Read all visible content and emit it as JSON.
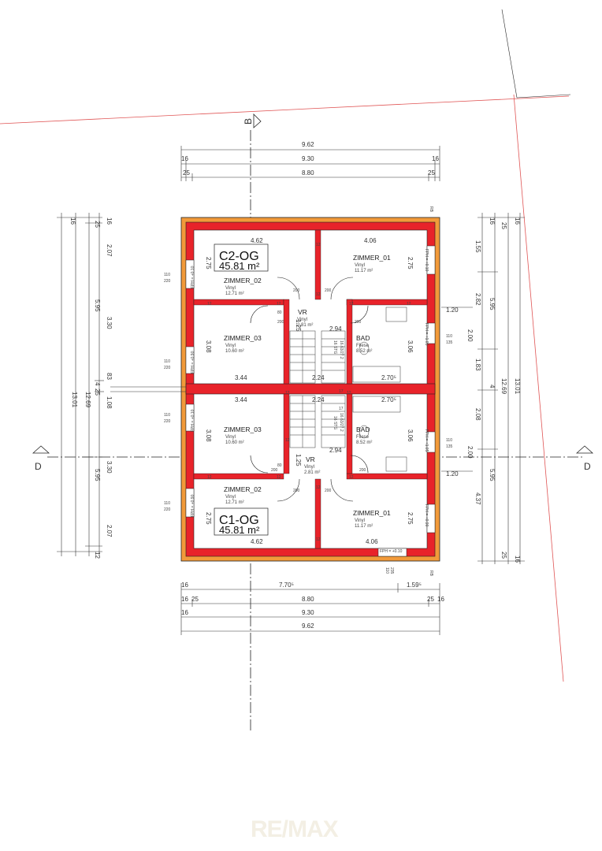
{
  "section_marks": {
    "top": "B",
    "left": "D",
    "right": "D"
  },
  "units": [
    {
      "name": "C2-OG",
      "area": "45.81 m²"
    },
    {
      "name": "C1-OG",
      "area": "45.81 m²"
    }
  ],
  "rooms": {
    "upper": [
      {
        "name": "ZIMMER_02",
        "floor": "Vinyl",
        "area": "12.71 m²"
      },
      {
        "name": "ZIMMER_01",
        "floor": "Vinyl",
        "area": "11.17 m²"
      },
      {
        "name": "VR",
        "floor": "Vinyl",
        "area": "2.81 m²"
      },
      {
        "name": "ZIMMER_03",
        "floor": "Vinyl",
        "area": "10.60 m²"
      },
      {
        "name": "BAD",
        "floor": "Fliese",
        "area": "8.52 m²"
      }
    ],
    "lower": [
      {
        "name": "ZIMMER_03",
        "floor": "Vinyl",
        "area": "10.60 m²"
      },
      {
        "name": "BAD",
        "floor": "Fliese",
        "area": "8.52 m²"
      },
      {
        "name": "VR",
        "floor": "Vinyl",
        "area": "2.81 m²"
      },
      {
        "name": "ZIMMER_02",
        "floor": "Vinyl",
        "area": "12.71 m²"
      },
      {
        "name": "ZIMMER_01",
        "floor": "Vinyl",
        "area": "11.17 m²"
      }
    ]
  },
  "dimensions": {
    "top": {
      "overall": "9.62",
      "inner": "9.30",
      "clear": "8.80",
      "ends": [
        "16",
        "16",
        "25",
        "25"
      ]
    },
    "bottom": {
      "d1": "7.70⁵",
      "d2": "1.59⁵",
      "clear": "8.80",
      "inner": "9.30",
      "overall": "9.62",
      "ends": [
        "16",
        "16",
        "16",
        "25",
        "25",
        "16"
      ]
    },
    "left": {
      "overall": "13.01",
      "inner": "12.69",
      "half": "5.95",
      "h1": "2.07",
      "h2": "3.30",
      "h3": "83",
      "h4": "1.08",
      "ends": [
        "16",
        "16",
        "25",
        "25",
        "4",
        "12"
      ]
    },
    "right": {
      "overall": "13.01",
      "inner": "12.69",
      "half_top": "5.95",
      "half_bottom": "5.95",
      "r1": "1.55",
      "r2": "2.82",
      "r3": "1.83",
      "r4": "2.08",
      "r5": "4.37",
      "ends": [
        "16",
        "16",
        "25",
        "25",
        "4",
        "16"
      ]
    },
    "interior": [
      "4.62",
      "4.06",
      "3.44",
      "3.44",
      "2.24",
      "2.24",
      "2.70⁵",
      "2.70⁵",
      "3.08",
      "3.08",
      "3.06",
      "3.06",
      "2.75",
      "2.75",
      "2.75",
      "2.75",
      "1.25",
      "1.25",
      "2.94",
      "2.94",
      "1.20",
      "1.20",
      "2.00",
      "2.00",
      "4.62",
      "4.06"
    ],
    "walls": [
      "12",
      "12",
      "12",
      "12",
      "12",
      "12",
      "12",
      "12",
      "12",
      "12",
      "12",
      "12",
      "12",
      "12",
      "17",
      "17"
    ],
    "openings": [
      "110",
      "220",
      "110",
      "220",
      "110",
      "220",
      "110",
      "220",
      "110",
      "235",
      "110",
      "135",
      "110",
      "135",
      "80",
      "80",
      "200",
      "200",
      "200",
      "200",
      "200",
      "200",
      "200",
      "200"
    ],
    "parapets": [
      "FPH = +0.10",
      "FPH = +0.90",
      "FPH = +0.10",
      "FPH = +0.90",
      "FPH = +0.10",
      "FPH = +0.90",
      "FPH = +1.05",
      "FPH = +1.05",
      "FPH = +0.10"
    ],
    "stairs": [
      "16 STG",
      "16.63/27.2",
      "16 STG",
      "16.63/27.2"
    ],
    "corners": [
      "RB",
      "RB"
    ]
  },
  "watermark": "RE/MAX",
  "colors": {
    "wall": "#e8232a",
    "insulation": "#f29a3a",
    "line": "#222222",
    "property_red": "#e05555"
  }
}
